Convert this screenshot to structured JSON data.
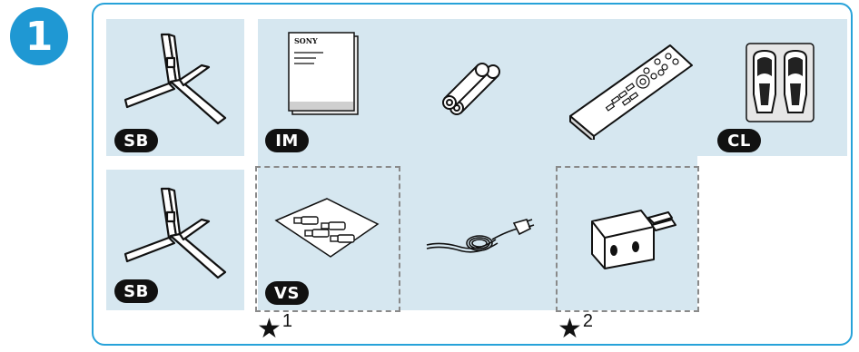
{
  "step": "1",
  "labels": {
    "sb_top": "SB",
    "sb_bottom": "SB",
    "im": "IM",
    "cl": "CL",
    "vs": "VS"
  },
  "manual_brand": "SONY",
  "notes": [
    {
      "symbol": "★",
      "number": "1"
    },
    {
      "symbol": "★",
      "number": "2"
    }
  ],
  "colors": {
    "accent": "#1f98d3",
    "panel": "#d6e7f0",
    "label_bg": "#111111"
  }
}
